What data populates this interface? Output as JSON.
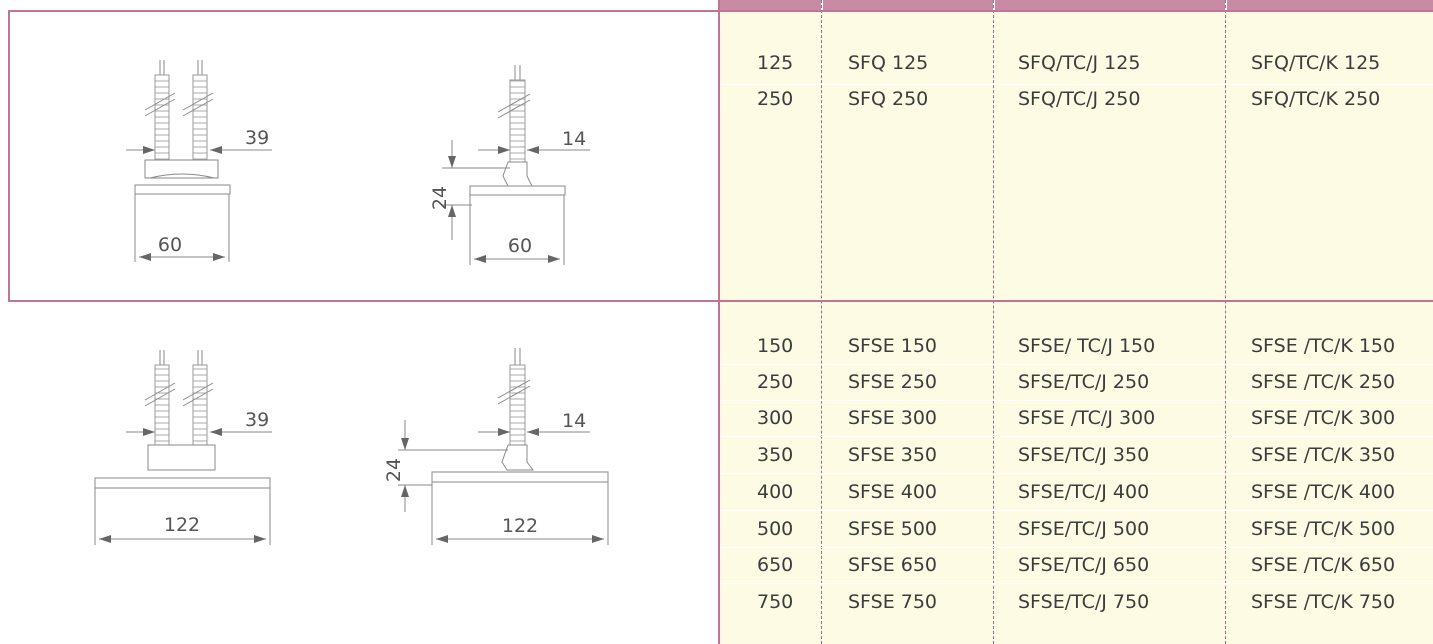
{
  "sections": [
    {
      "drawing": {
        "pin_spacing": "39",
        "width": "60",
        "pin_width": "14",
        "height": "24",
        "width_side": "60"
      },
      "rows": [
        {
          "size": "125",
          "model": "SFQ 125",
          "model_tc_j": "SFQ/TC/J 125",
          "model_tc_k": "SFQ/TC/K 125"
        },
        {
          "size": "250",
          "model": "SFQ 250",
          "model_tc_j": "SFQ/TC/J 250",
          "model_tc_k": "SFQ/TC/K 250"
        }
      ]
    },
    {
      "drawing": {
        "pin_spacing": "39",
        "width": "122",
        "pin_width": "14",
        "height": "24",
        "width_side": "122"
      },
      "rows": [
        {
          "size": "150",
          "model": "SFSE 150",
          "model_tc_j": "SFSE/ TC/J 150",
          "model_tc_k": "SFSE /TC/K 150"
        },
        {
          "size": "250",
          "model": "SFSE 250",
          "model_tc_j": "SFSE/TC/J  250",
          "model_tc_k": "SFSE /TC/K 250"
        },
        {
          "size": "300",
          "model": "SFSE 300",
          "model_tc_j": "SFSE /TC/J 300",
          "model_tc_k": "SFSE /TC/K 300"
        },
        {
          "size": "350",
          "model": "SFSE 350",
          "model_tc_j": "SFSE/TC/J 350",
          "model_tc_k": "SFSE /TC/K 350"
        },
        {
          "size": "400",
          "model": "SFSE 400",
          "model_tc_j": "SFSE/TC/J 400",
          "model_tc_k": "SFSE /TC/K 400"
        },
        {
          "size": "500",
          "model": "SFSE 500",
          "model_tc_j": "SFSE/TC/J 500",
          "model_tc_k": "SFSE /TC/K 500"
        },
        {
          "size": "650",
          "model": "SFSE 650",
          "model_tc_j": "SFSE/TC/J 650",
          "model_tc_k": "SFSE /TC/K 650"
        },
        {
          "size": "750",
          "model": "SFSE 750",
          "model_tc_j": "SFSE/TC/J 750",
          "model_tc_k": "SFSE /TC/K 750"
        }
      ]
    }
  ]
}
